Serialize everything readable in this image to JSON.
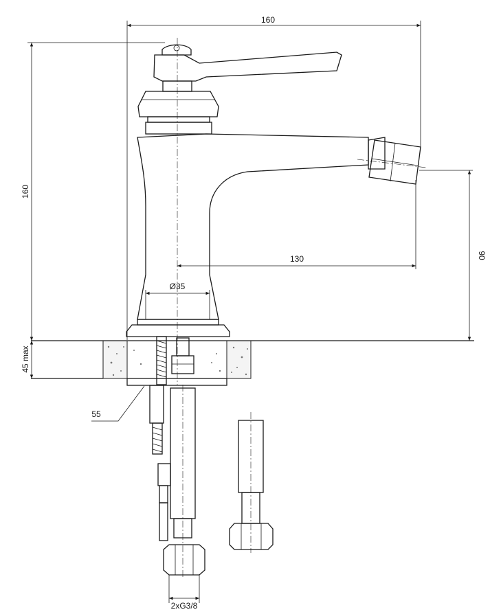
{
  "drawing": {
    "subject": "bidet mixer technical drawing",
    "dimensions": {
      "total_width": "160",
      "total_height": "160",
      "spout_reach": "130",
      "outlet_height": "90",
      "base_diameter": "Ø35",
      "deck_thickness": "45 max",
      "hole_diameter": "55",
      "connection": "2xG3/8"
    }
  }
}
